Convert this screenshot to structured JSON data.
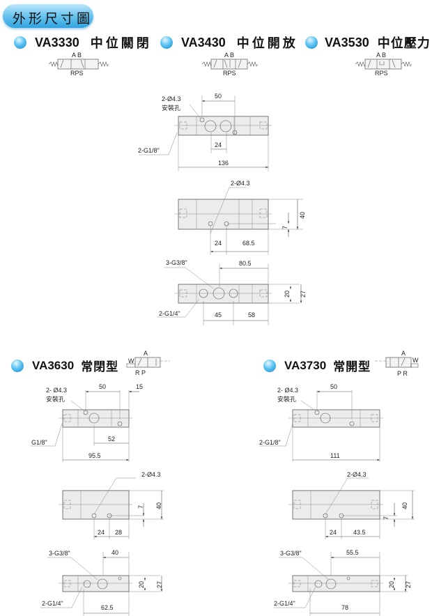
{
  "header": {
    "title": "外形尺寸圖"
  },
  "models": [
    {
      "code": "VA3330",
      "desc": "中位關閉",
      "ports_top": "A B",
      "ports_bottom": "RPS"
    },
    {
      "code": "VA3430",
      "desc": "中位開放",
      "ports_top": "A B",
      "ports_bottom": "RPS"
    },
    {
      "code": "VA3530",
      "desc": "中位壓力",
      "ports_top": "A B",
      "ports_bottom": "RPS"
    },
    {
      "code": "VA3630",
      "desc": "常閉型",
      "ports_top": "A",
      "ports_bottom": "R P",
      "spring": "W"
    },
    {
      "code": "VA3730",
      "desc": "常開型",
      "ports_top": "A",
      "ports_bottom": "P R",
      "spring": "W"
    }
  ],
  "drawing_3way5port": {
    "top": {
      "hole": "2-Ø4.3",
      "hole_note": "安裝孔",
      "pitch": "50",
      "port": "2-G1/8\"",
      "spacing": "24",
      "length": "136"
    },
    "front": {
      "hole": "2-Ø4.3",
      "height": "40",
      "offset": "7",
      "spacing": "24",
      "distance": "68.5"
    },
    "bottom": {
      "port_main": "3-G3/8\"",
      "distance": "80.5",
      "h1": "20",
      "h2": "27",
      "port_exh": "2-G1/4\"",
      "d1": "45",
      "d2": "58"
    }
  },
  "drawing_va3630": {
    "top": {
      "hole": "2- Ø4.3",
      "hole_note": "安裝孔",
      "pitch": "50",
      "edge": "15",
      "port": "G1/8\"",
      "d52": "52",
      "length": "95.5"
    },
    "front": {
      "hole": "2-Ø4.3",
      "height": "40",
      "offset": "7",
      "spacing": "24",
      "distance": "28"
    },
    "bottom": {
      "port_main": "3-G3/8\"",
      "distance": "40",
      "h1": "20",
      "h2": "27",
      "port_exh": "2-G1/4\"",
      "d1": "62.5"
    }
  },
  "drawing_va3730": {
    "top": {
      "hole": "2- Ø4.3",
      "hole_note": "安裝孔",
      "pitch": "50",
      "port": "2-G1/8\"",
      "length": "111"
    },
    "front": {
      "hole": "2-Ø4.3",
      "height": "40",
      "offset": "7",
      "spacing": "24",
      "distance": "43.5"
    },
    "bottom": {
      "port_main": "3-G3/8\"",
      "distance": "55.5",
      "h1": "20",
      "h2": "27",
      "port_exh": "2-G1/4\"",
      "d1": "78"
    }
  }
}
